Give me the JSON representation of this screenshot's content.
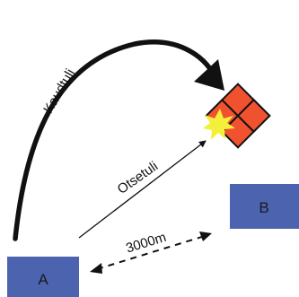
{
  "labels": {
    "position_a": "A",
    "position_b": "B",
    "indirect_fire": "Kaudtuli",
    "direct_fire": "Otsetuli",
    "distance": "3000m"
  },
  "colors": {
    "box_fill": "#4c63b0",
    "box_text": "#1a1a1a",
    "target_fill": "#f0522f",
    "target_outline": "#111111",
    "impact_flash": "#f3ef3a",
    "arrow": "#111111"
  }
}
